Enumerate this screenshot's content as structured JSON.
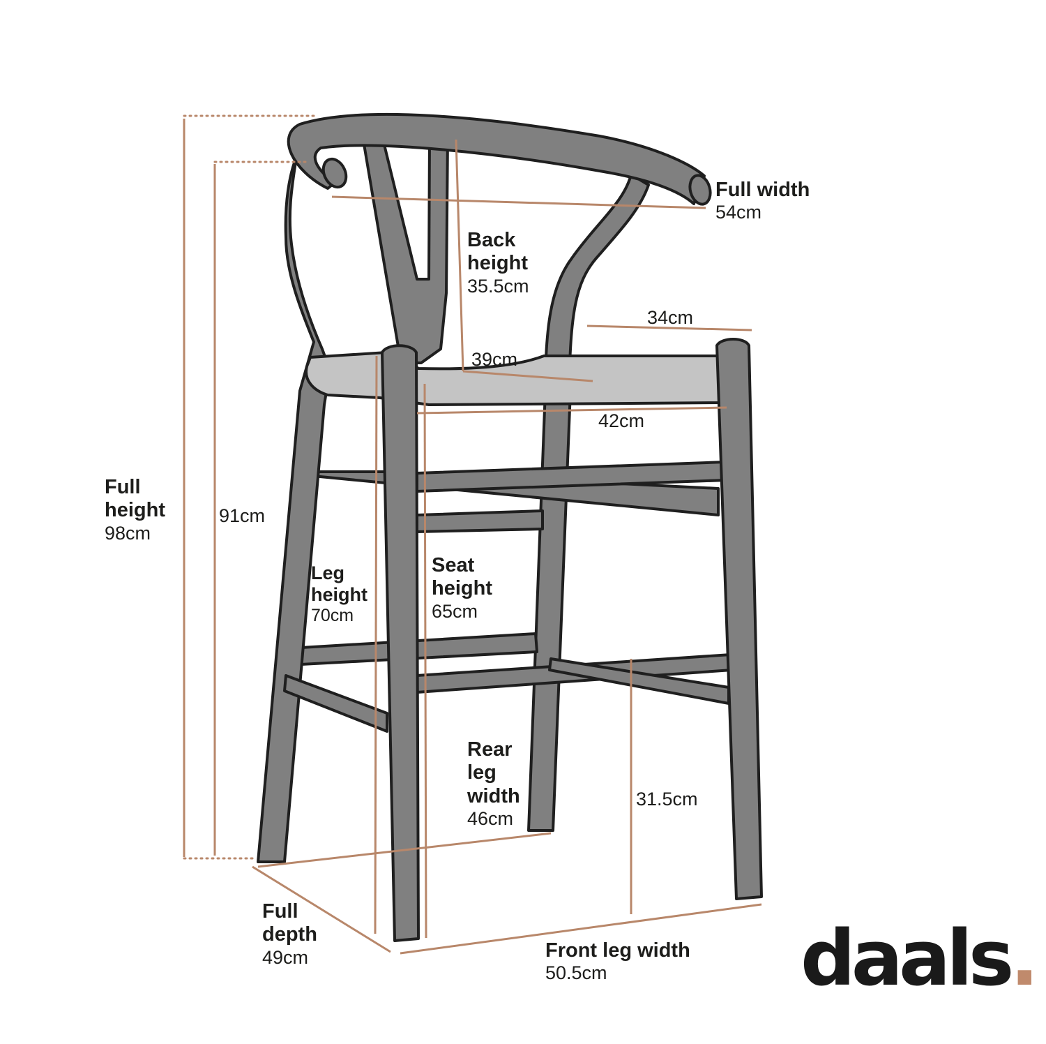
{
  "brand": {
    "name": "daals",
    "dot": ".",
    "accent_color": "#c08a6c"
  },
  "colors": {
    "wood": "#808080",
    "seat": "#c4c4c4",
    "outline": "#1f1f1f",
    "dimension_line": "#b8876a",
    "text": "#1d1d1b"
  },
  "dimensions": {
    "full_width": {
      "label": "Full width",
      "value": "54cm"
    },
    "back_height": {
      "label_line1": "Back",
      "label_line2": "height",
      "value": "35.5cm"
    },
    "seat_depth_top": {
      "value": "34cm"
    },
    "seat_width_back": {
      "value": "39cm"
    },
    "seat_width_front": {
      "value": "42cm"
    },
    "full_height": {
      "label_line1": "Full",
      "label_line2": "height",
      "value": "98cm"
    },
    "back_top_height": {
      "value": "91cm"
    },
    "leg_height": {
      "label_line1": "Leg",
      "label_line2": "height",
      "value": "70cm"
    },
    "seat_height": {
      "label_line1": "Seat",
      "label_line2": "height",
      "value": "65cm"
    },
    "rear_leg_width": {
      "label_line1": "Rear",
      "label_line2": "leg",
      "label_line3": "width",
      "value": "46cm"
    },
    "footrest_height": {
      "value": "31.5cm"
    },
    "full_depth": {
      "label_line1": "Full",
      "label_line2": "depth",
      "value": "49cm"
    },
    "front_leg_width": {
      "label": "Front leg width",
      "value": "50.5cm"
    }
  }
}
